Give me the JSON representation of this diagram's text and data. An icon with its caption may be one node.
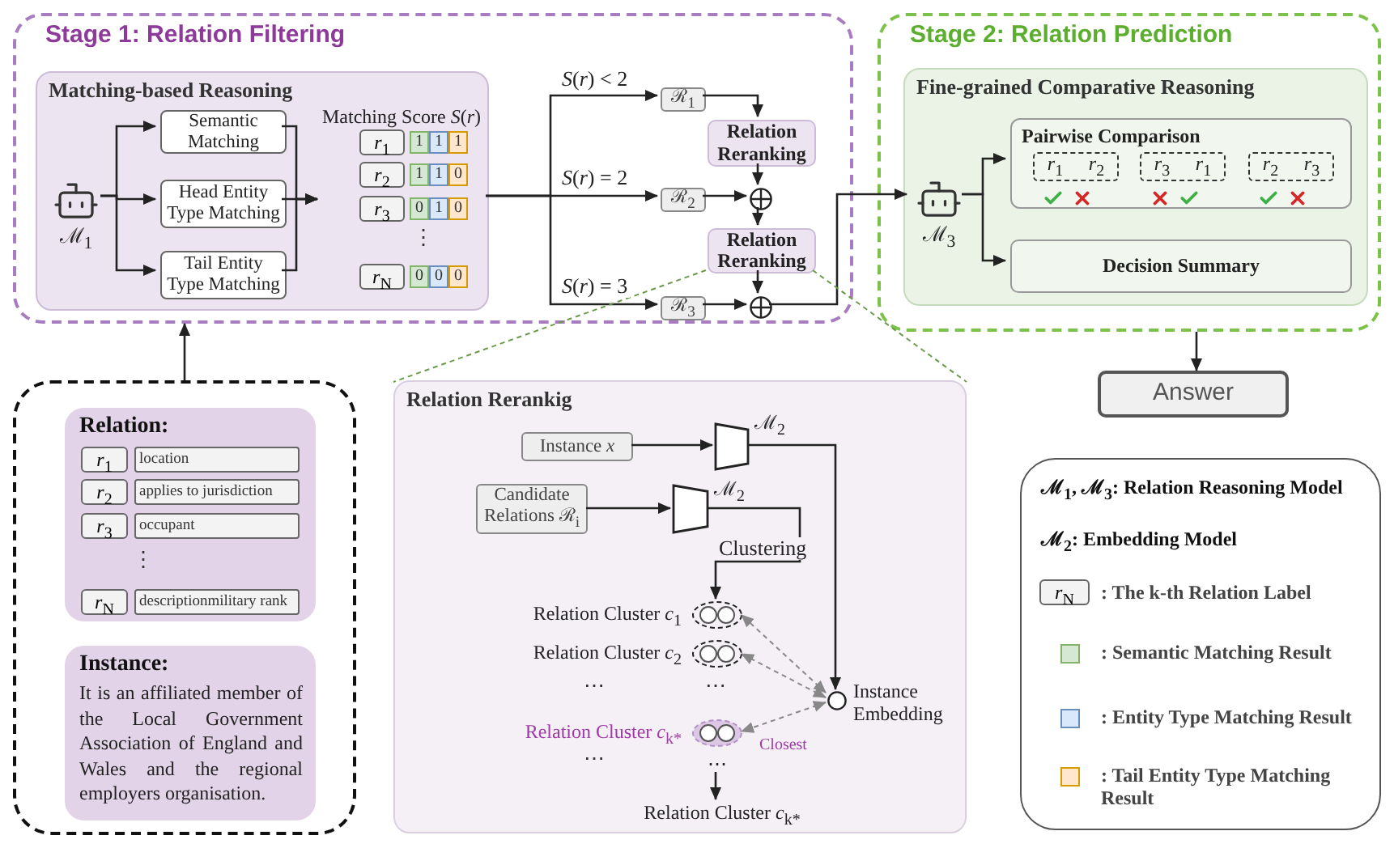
{
  "diagram": {
    "nodes": [
      {
        "text": [
          "Stage 1: Relation Filtering"
        ]
      },
      {
        "text": [
          "Matching-based Reasoning"
        ],
        "in": 0
      },
      {
        "text": [
          "ℳ$_{1}$"
        ],
        "in": 1
      },
      {
        "text": [
          "Semantic Matching"
        ],
        "in": 1
      },
      {
        "text": [
          "Head Entity Type Matching"
        ],
        "in": 1
      },
      {
        "text": [
          "Tail Entity Type Matching"
        ],
        "in": 1
      },
      {
        "text": [
          "Matching Score *S*(*r*)"
        ],
        "in": 1
      },
      {
        "text": [
          "ℛ$_{1}$"
        ],
        "in": 0
      },
      {
        "text": [
          "Relation Reranking"
        ],
        "in": 0
      },
      {
        "text": [
          "ℛ$_{2}$"
        ],
        "in": 0
      },
      {
        "text": [],
        "shape": "circle",
        "in": 0
      },
      {
        "text": [
          "Relation Reranking"
        ],
        "in": 0
      },
      {
        "text": [
          "ℛ$_{3}$"
        ],
        "in": 0
      },
      {
        "text": [],
        "shape": "circle",
        "in": 0
      },
      {
        "text": [
          "Stage 2: Relation Prediction"
        ]
      },
      {
        "text": [
          "Fine-grained Comparative Reasoning"
        ],
        "in": 14
      },
      {
        "text": [
          "ℳ$_{3}$"
        ],
        "in": 15
      },
      {
        "text": [
          "Pairwise Comparison"
        ],
        "in": 15
      },
      {
        "text": [
          "Decision Summary"
        ],
        "in": 15
      },
      {
        "text": [
          "Answer"
        ]
      },
      {
        "text": [],
        "shape": "box"
      },
      {
        "text": [
          "Relation:"
        ],
        "in": 20
      },
      {
        "text": [
          "Instance:",
          "It is an affiliated member of the Local Government Association of England and Wales and the regional employers organisation."
        ],
        "in": 20
      },
      {
        "text": [
          "Relation Rerankig"
        ]
      },
      {
        "text": [
          "Instance *x*"
        ],
        "in": 23
      },
      {
        "text": [
          "Candidate Relations ℛ$_{i}$"
        ],
        "in": 23
      },
      {
        "text": [],
        "shape": "trapezoid",
        "beside": [
          "ℳ$_{2}$"
        ],
        "in": 23
      },
      {
        "text": [],
        "shape": "trapezoid",
        "beside": [
          "ℳ$_{2}$"
        ],
        "in": 23
      },
      {
        "text": [],
        "shape": "ellipse",
        "beside": [
          "Relation Cluster *c*$_{1}$"
        ],
        "in": 23
      },
      {
        "text": [],
        "shape": "ellipse",
        "beside": [
          "Relation Cluster *c*$_{2}$"
        ],
        "in": 23
      },
      {
        "text": [],
        "shape": "ellipse",
        "beside": [
          "Relation Cluster *c*$_{k*}$"
        ],
        "in": 23
      },
      {
        "text": [],
        "shape": "circle",
        "beside": [
          "Instance Embedding"
        ],
        "in": 23
      },
      {
        "text": [
          "Relation Cluster *c*$_{k*}$"
        ],
        "in": 23
      },
      {
        "text": [
          "*r*$_{1}$",
          "*r*$_{2}$"
        ],
        "in": 17
      },
      {
        "text": [
          "*r*$_{3}$",
          "*r*$_{1}$"
        ],
        "in": 17
      },
      {
        "text": [
          "*r*$_{2}$",
          "*r*$_{3}$"
        ],
        "in": 17
      },
      {
        "text": [
          "⋯"
        ],
        "in": 23
      }
    ],
    "edges": [
      {
        "from": 2,
        "to": 3,
        "arrow": "to"
      },
      {
        "from": 2,
        "to": 4,
        "arrow": "to"
      },
      {
        "from": 2,
        "to": 5,
        "arrow": "to"
      },
      {
        "from": 3,
        "to": 6,
        "arrow": "to"
      },
      {
        "from": 4,
        "to": 6,
        "arrow": "to"
      },
      {
        "from": 5,
        "to": 6,
        "arrow": "to"
      },
      {
        "from": 6,
        "to": 7,
        "arrow": "to",
        "label": "*S*(*r*) < 2"
      },
      {
        "from": 6,
        "to": 9,
        "arrow": "to",
        "label": "*S*(*r*) = 2"
      },
      {
        "from": 6,
        "to": 12,
        "arrow": "to",
        "label": "*S*(*r*) = 3"
      },
      {
        "from": 7,
        "to": 8,
        "arrow": "to"
      },
      {
        "from": 8,
        "to": 10,
        "arrow": "to"
      },
      {
        "from": 9,
        "to": 10,
        "arrow": "to"
      },
      {
        "from": 10,
        "to": 11,
        "arrow": "to"
      },
      {
        "from": 11,
        "to": 13,
        "arrow": "to"
      },
      {
        "from": 12,
        "to": 13,
        "arrow": "to"
      },
      {
        "from": 13,
        "to": 16,
        "arrow": "to"
      },
      {
        "from": 16,
        "to": 17,
        "arrow": "to"
      },
      {
        "from": 16,
        "to": 18,
        "arrow": "to"
      },
      {
        "from": 14,
        "to": 19,
        "arrow": "to"
      },
      {
        "from": 20,
        "to": 0,
        "arrow": "to"
      },
      {
        "from": 24,
        "to": 26,
        "arrow": "to"
      },
      {
        "from": 25,
        "to": 27,
        "arrow": "to"
      },
      {
        "from": 26,
        "to": 31,
        "arrow": "to"
      },
      {
        "from": 27,
        "to": 28,
        "arrow": "to",
        "label": "Clustering"
      },
      {
        "from": 31,
        "to": 28,
        "arrow": "both",
        "style": "dashed",
        "color": "#888888"
      },
      {
        "from": 31,
        "to": 29,
        "arrow": "both",
        "style": "dashed",
        "color": "#888888"
      },
      {
        "from": 31,
        "to": 30,
        "arrow": "both",
        "style": "dashed",
        "color": "#888888",
        "label": "Closest"
      },
      {
        "from": 36,
        "to": 32,
        "arrow": "to"
      },
      {
        "from": 11,
        "to": 23,
        "arrow": "none",
        "style": "dashed",
        "color": "#6a9a4a"
      },
      {
        "from": 11,
        "to": 23,
        "arrow": "none",
        "style": "dashed",
        "color": "#6a9a4a"
      }
    ],
    "labels": [
      "*r*$_{1}$",
      "1",
      "1",
      "1",
      "*r*$_{2}$",
      "1",
      "1",
      "0",
      "*r*$_{3}$",
      "0",
      "1",
      "0",
      "⋮",
      "*r*$_{N}$",
      "0",
      "0",
      "0",
      "*r*$_{1}$",
      "location",
      "*r*$_{2}$",
      "applies to jurisdiction",
      "*r*$_{3}$",
      "occupant",
      "⋮",
      "*r*$_{N}$",
      "descriptionmilitary rank",
      "⋯",
      "⋯",
      "⋯",
      "*r*$_{N}$"
    ],
    "legend": [
      {
        "text": "ℳ$_{1}$, ℳ$_{3}$: Relation Reasoning Model"
      },
      {
        "text": "ℳ$_{2}$:  Embedding Model"
      },
      {
        "text": ": The k-th Relation Label"
      },
      {
        "text": ": Semantic Matching Result",
        "color": "#d5e8d4"
      },
      {
        "text": ": Entity Type Matching Result",
        "color": "#dae8fc"
      },
      {
        "text": ": Tail Entity Type Matching Result",
        "color": "#ffe6cc"
      }
    ]
  }
}
